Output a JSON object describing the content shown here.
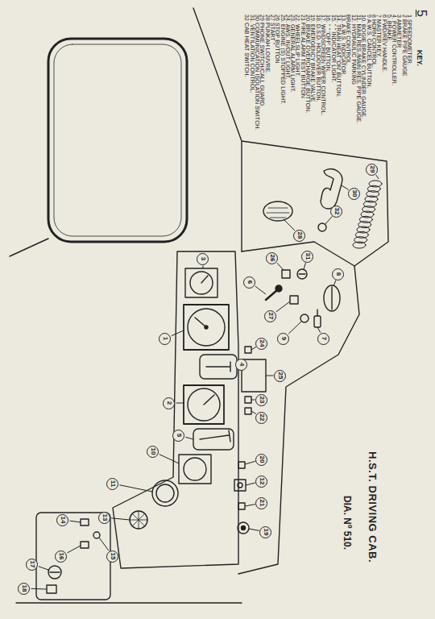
{
  "diagram": {
    "title": "H.S.T. DRIVING CAB.",
    "nodes": [
      {
        "text": [
          "1"
        ]
      },
      {
        "text": [
          "2"
        ]
      },
      {
        "text": [
          "3"
        ]
      },
      {
        "text": [
          "4"
        ]
      },
      {
        "text": [
          "5"
        ]
      },
      {
        "text": [
          "6"
        ]
      },
      {
        "text": [
          "7"
        ]
      },
      {
        "text": [
          "8"
        ]
      },
      {
        "text": [
          "9"
        ]
      },
      {
        "text": [
          "10"
        ]
      },
      {
        "text": [
          "11"
        ]
      },
      {
        "text": [
          "12"
        ]
      },
      {
        "text": [
          "13"
        ]
      },
      {
        "text": [
          "14"
        ]
      },
      {
        "text": [
          "15"
        ]
      },
      {
        "text": [
          "16"
        ]
      },
      {
        "text": [
          "17"
        ]
      },
      {
        "text": [
          "18"
        ]
      },
      {
        "text": [
          "19"
        ]
      },
      {
        "text": [
          "20"
        ]
      },
      {
        "text": [
          "21"
        ]
      },
      {
        "text": [
          "22"
        ]
      },
      {
        "text": [
          "23"
        ]
      },
      {
        "text": [
          "24"
        ]
      },
      {
        "text": [
          "25"
        ]
      },
      {
        "text": [
          "26"
        ]
      },
      {
        "text": [
          "27"
        ]
      },
      {
        "text": [
          "28"
        ]
      },
      {
        "text": [
          "29"
        ]
      },
      {
        "text": [
          "30"
        ]
      },
      {
        "text": [
          "31"
        ]
      },
      {
        "text": [
          "32"
        ]
      }
    ],
    "labels": [
      "5",
      "KEY.",
      "1 SPEEDOMETER.",
      "2 BRAKE PIPE GAUGE",
      "3 AMMETER",
      "4. POWER CONTROLLER.",
      "5. BRAKE.",
      "6 FWD/REV HANDLE.",
      "7 MASTER KEY.",
      "8 HORN CONTROL.",
      "9 A.W.S. CANCEL BUTTON.",
      "10. BOGIE BRAKE CYLINDER GAUGE.",
      "11. MAIN RES./MAIN RES. PIPE GAUGE.",
      "12. HYDRAULIC PARKING BRAKE CONTROL.",
      "13. A.W.S. INDICATOR.",
      "14. TRAIN HEAT 'ON' BUTTON.",
      "15. \" \" INDICATOR LIGHT.",
      "16. \" \" 'OFF' BUTTON.",
      "17. WINDSCREEN WIPER CONTROL.",
      "18. D.S.D. HOLDOVER BUTTON.",
      "19. EMERGENCY BRAKE VALVE",
      "20. BRAKE OVERCHARGE BUTTON.",
      "21 FIRE ALARM TEST BUTTON",
      "22. WHEELSLIP LIGHT.",
      "23. GENERAL ALARM LIGHT.",
      "24. AWS. IN/OUT LIGHT.",
      "25. ENGINE (S) STOPPED LIGHT.",
      "26 STOP BUTTON",
      "27 START \"",
      "28 PUNKAH LOUVRE.",
      "29 PHONE SWITCH/CALL GUARD.",
      "30 COMMUNICATION ISOLATION SWITCH.",
      "31. VENTILATION CONTROL.",
      "32 CAB HEAT SWITCH.",
      "DIA. Nº 510."
    ]
  }
}
